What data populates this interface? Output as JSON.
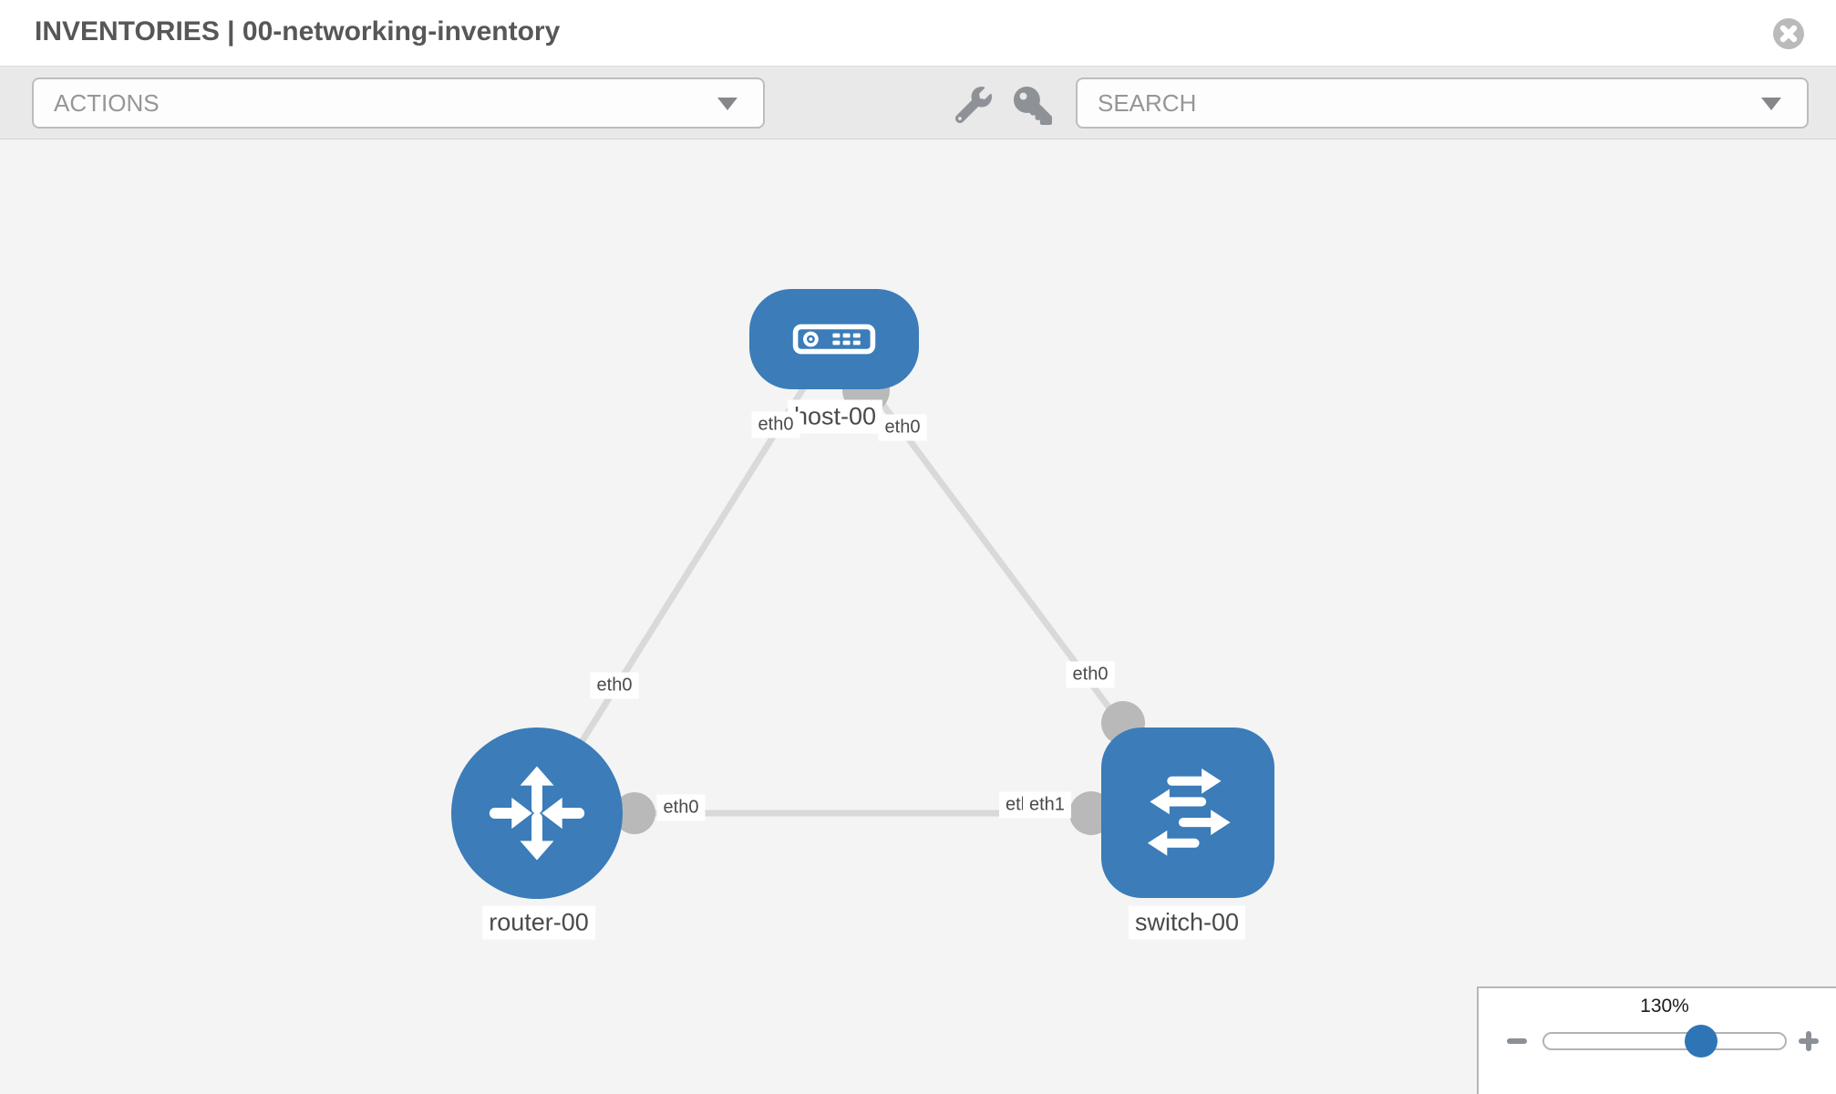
{
  "window": {
    "title": "INVENTORIES | 00-networking-inventory"
  },
  "toolbar": {
    "actions_placeholder": "ACTIONS",
    "search_placeholder": "SEARCH"
  },
  "topology": {
    "nodes": [
      {
        "name": "host-00",
        "type": "host"
      },
      {
        "name": "router-00",
        "type": "router"
      },
      {
        "name": "switch-00",
        "type": "switch"
      }
    ],
    "links": [
      {
        "source": "host-00",
        "source_interface": "eth0",
        "target": "router-00",
        "target_interface": "eth0"
      },
      {
        "source": "host-00",
        "source_interface": "eth0",
        "target": "switch-00",
        "target_interface": "eth0"
      },
      {
        "source": "router-00",
        "source_interface": "eth0",
        "target": "switch-00",
        "target_interface": "eth1"
      }
    ],
    "labels": {
      "host": "host-00",
      "router": "router-00",
      "switch": "switch-00",
      "eth_host_to_router": "eth0",
      "eth_host_to_switch": "eth0",
      "eth_router_to_host": "eth0",
      "eth_switch_to_host": "eth0",
      "eth_router_to_switch": "eth0",
      "eth_switch_to_router_hidden": "eth0",
      "eth_switch_to_router": "eth1"
    }
  },
  "zoom_control": {
    "level": "130%"
  },
  "colors": {
    "node_blue": "#3b7cb9",
    "link_gray": "#d9d9d9",
    "port_gray": "#b9b9b9",
    "slider_thumb_blue": "#2e75b5",
    "toolbar_gray": "#e9e9e9",
    "canvas_gray": "#f4f4f4"
  }
}
